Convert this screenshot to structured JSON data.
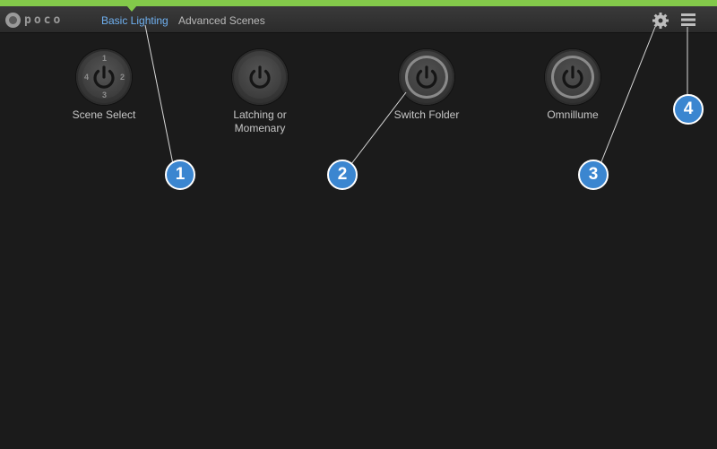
{
  "header": {
    "logo_text": "poco",
    "tabs": [
      {
        "label": "Basic Lighting",
        "active": true
      },
      {
        "label": "Advanced Scenes",
        "active": false
      }
    ],
    "icons": {
      "settings": "gear-icon",
      "menu": "hamburger-menu-icon"
    }
  },
  "tiles": [
    {
      "label": "Scene Select",
      "numbers": [
        "1",
        "2",
        "3",
        "4"
      ]
    },
    {
      "label": "Latching or\nMomenary"
    },
    {
      "label": "Switch Folder"
    },
    {
      "label": "Omnillume"
    }
  ],
  "callouts": [
    "1",
    "2",
    "3",
    "4"
  ],
  "colors": {
    "accent": "#83c94a",
    "active_tab": "#6fb0f0",
    "callout": "#3b86d0",
    "background": "#1b1b1b"
  }
}
